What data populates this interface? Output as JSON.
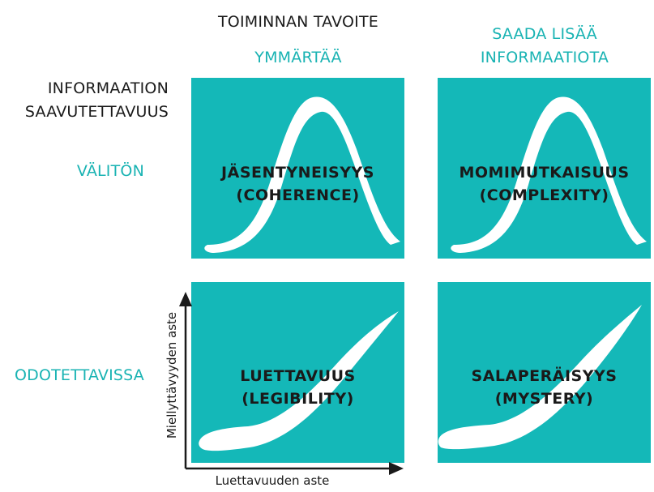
{
  "header": {
    "goal_title": "TOIMINNAN TAVOITE",
    "col1": "YMMÄRTÄÄ",
    "col2_line1": "SAADA LISÄÄ",
    "col2_line2": "INFORMAATIOTA"
  },
  "rows": {
    "title_line1": "INFORMAATION",
    "title_line2": "SAAVUTETTAVUUS",
    "row1": "VÄLITÖN",
    "row2": "ODOTETTAVISSA"
  },
  "quadrants": [
    {
      "line1": "JÄSENTYNEISYYS",
      "line2": "(COHERENCE)",
      "curve": "bell"
    },
    {
      "line1": "MOMIMUTKAISUUS",
      "line2": "(COMPLEXITY)",
      "curve": "bell"
    },
    {
      "line1": "LUETTAVUUS",
      "line2": "(LEGIBILITY)",
      "curve": "rising"
    },
    {
      "line1": "SALAPERÄISYYS",
      "line2": "(MYSTERY)",
      "curve": "rising"
    }
  ],
  "axes": {
    "y_label": "Miellyttävyyden aste",
    "x_label": "Luettavuuden aste"
  },
  "colors": {
    "teal_box": "#14b8b8",
    "teal_text": "#19b3b3",
    "curve": "#ffffff"
  }
}
